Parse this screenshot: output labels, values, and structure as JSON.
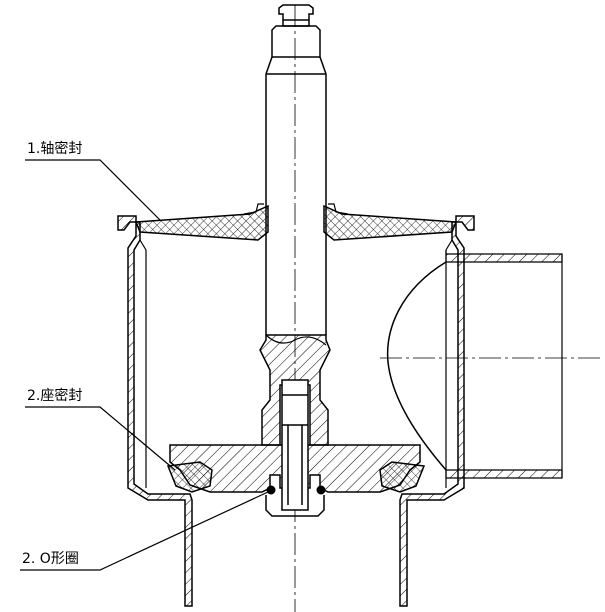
{
  "labels": {
    "shaft_seal": "1.轴密封",
    "seat_seal": "2.座密封",
    "o_ring": "2. O形圈"
  },
  "colors": {
    "line": "#000000",
    "background": "#ffffff"
  }
}
